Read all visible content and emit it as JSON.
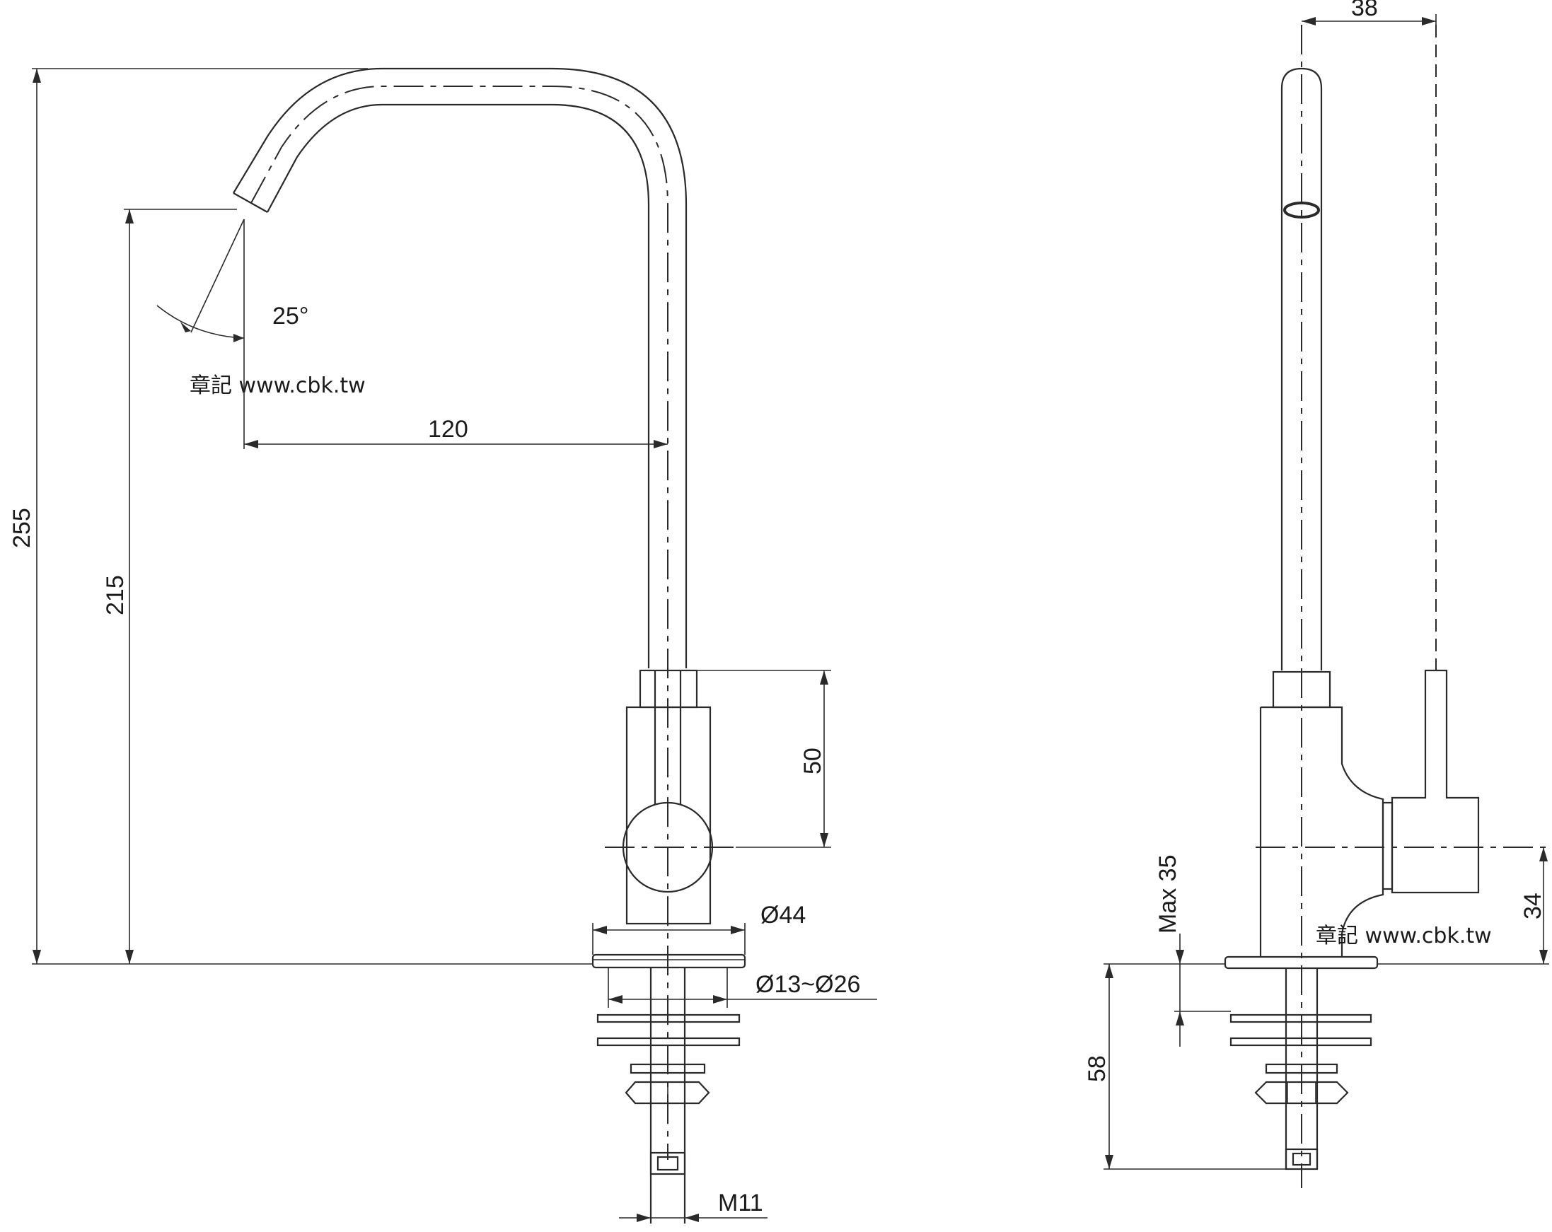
{
  "dimensions": {
    "total_height": "255",
    "spout_height": "215",
    "spout_reach": "120",
    "spout_angle": "25°",
    "handle_height": "50",
    "base_diameter": "Ø44",
    "hole_diameter": "Ø13~Ø26",
    "thread": "M11",
    "side_width": "38",
    "max_deck": "Max 35",
    "shank_length": "58",
    "handle_center": "34"
  },
  "watermark": "章記 www.cbk.tw"
}
